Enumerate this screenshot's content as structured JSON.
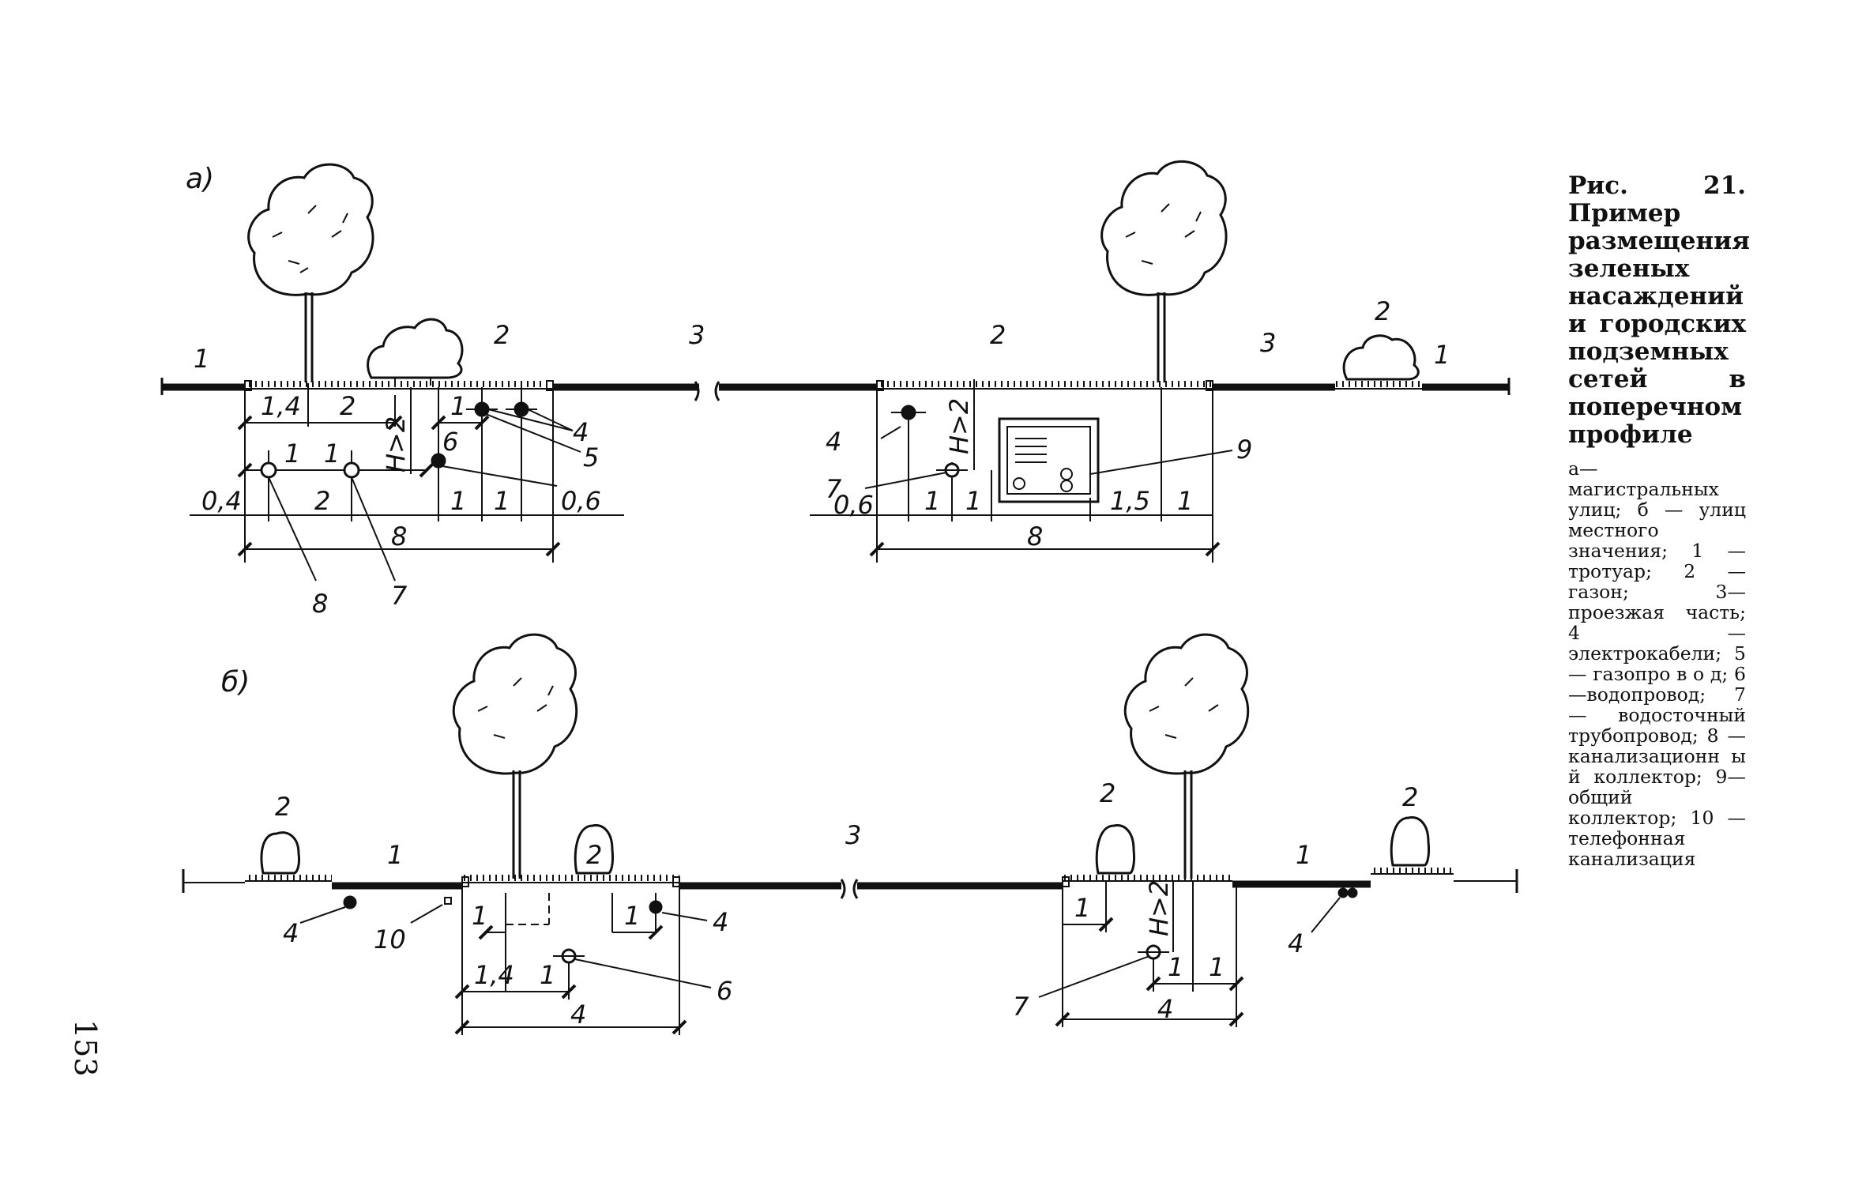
{
  "figure": {
    "title": "Рис. 21. Пример размещения зеленых насаждений и городских подземных сетей в поперечном профиле",
    "legend": "а—магистральных улиц; б — улиц местного значения; 1 — тротуар; 2 — газон; 3—проезжая часть; 4 — электрокабели; 5 — газопро в о д; 6—водопровод; 7 — водосточный трубопровод; 8 — канализационн ы й коллектор; 9—общий коллектор; 10 — телефонная канализация",
    "page_number": "153"
  },
  "panel_a": {
    "label": "а)",
    "left": {
      "zone_labels": [
        "1",
        "2",
        "3"
      ],
      "dims_row1": [
        "1,4",
        "2",
        "1"
      ],
      "dims_row2": [
        "1",
        "1"
      ],
      "dims_row3": [
        "0,4",
        "2",
        "1",
        "1",
        "0,6"
      ],
      "depth": "H>2",
      "total": "8",
      "callouts": [
        "4",
        "5",
        "6",
        "8",
        "7"
      ]
    },
    "right": {
      "zone_labels": [
        "2",
        "3",
        "2",
        "1"
      ],
      "dims_row": [
        "0,6",
        "1",
        "1",
        "1,5",
        "1"
      ],
      "depth": "H>2",
      "total": "8",
      "callouts": [
        "4",
        "7",
        "9"
      ]
    }
  },
  "panel_b": {
    "label": "б)",
    "left": {
      "zone_labels": [
        "2",
        "1",
        "2",
        "3"
      ],
      "dims_top": [
        "1",
        "1"
      ],
      "dims_row": [
        "1,4",
        "1"
      ],
      "total": "4",
      "callouts": [
        "4",
        "10",
        "4",
        "6"
      ]
    },
    "right": {
      "zone_labels": [
        "2",
        "1",
        "2"
      ],
      "dims_top": [
        "1"
      ],
      "dims_row": [
        "1",
        "1"
      ],
      "depth": "H>2",
      "total": "4",
      "callouts": [
        "7",
        "4"
      ]
    }
  }
}
